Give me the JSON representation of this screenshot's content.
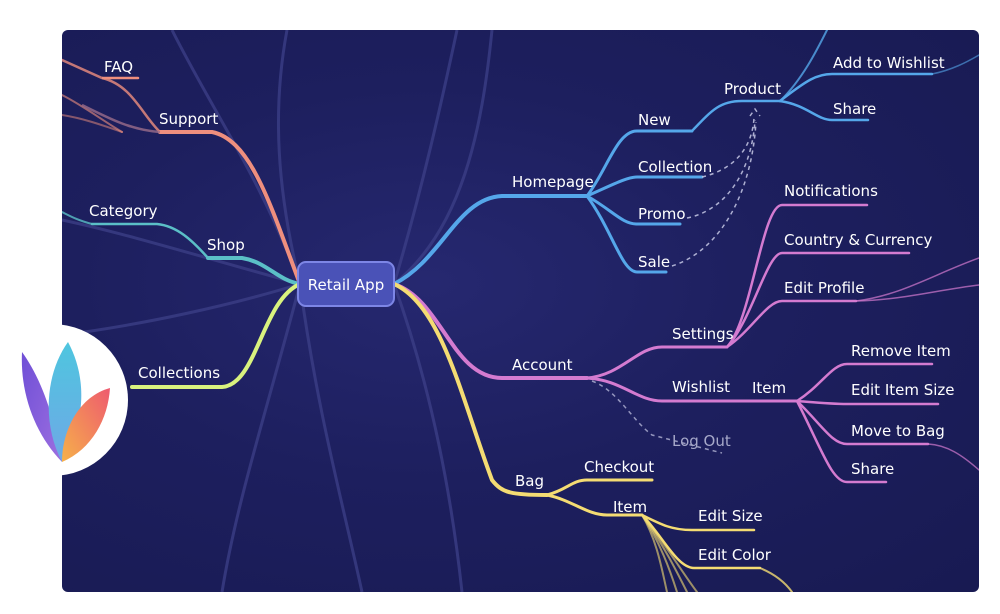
{
  "title": "Retail App",
  "colors": {
    "background": "#1d1f5e",
    "faint": "#3d4088",
    "support": "#ef8f7e",
    "shop": "#5bbfc7",
    "collections": "#d9f27e",
    "homepage": "#55a7ea",
    "account": "#d47bd0",
    "bag": "#f4dc73",
    "root_fill": "#4a52b7",
    "root_stroke": "#7d86e6"
  },
  "nodes": {
    "faq": "FAQ",
    "support": "Support",
    "category": "Category",
    "shop": "Shop",
    "collections": "Collections",
    "homepage": "Homepage",
    "new": "New",
    "collection": "Collection",
    "promo": "Promo",
    "sale": "Sale",
    "product": "Product",
    "add_to_wishlist": "Add to Wishlist",
    "share_product": "Share",
    "account": "Account",
    "settings": "Settings",
    "notifications": "Notifications",
    "country_currency": "Country & Currency",
    "edit_profile": "Edit Profile",
    "wishlist": "Wishlist",
    "wishlist_item": "Item",
    "remove_item": "Remove Item",
    "edit_item_size": "Edit Item Size",
    "move_to_bag": "Move to Bag",
    "share_item": "Share",
    "log_out": "Log Out",
    "bag": "Bag",
    "checkout": "Checkout",
    "bag_item": "Item",
    "edit_size": "Edit Size",
    "edit_color": "Edit Color"
  },
  "logo": {
    "icon": "lotus-logo-icon"
  }
}
